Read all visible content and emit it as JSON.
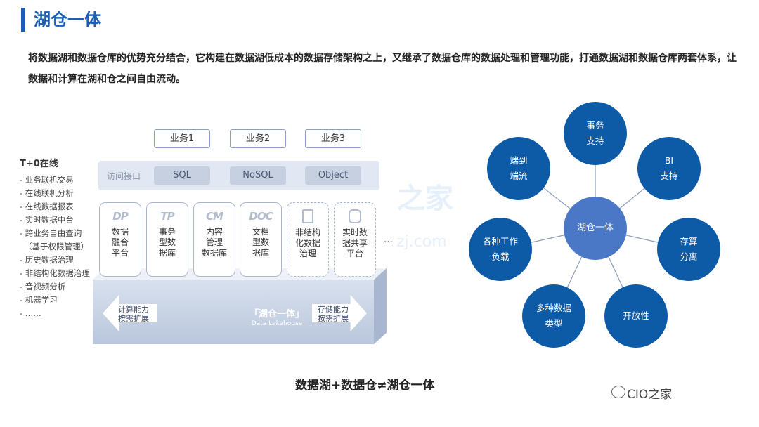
{
  "title": "湖仓一体",
  "description": "将数据湖和数据仓库的优势充分结合，它构建在数据湖低成本的数据存储架构之上，又继承了数据仓库的数据处理和管理功能，打通数据湖和数据仓库两套体系，让数据和计算在湖和仓之间自由流动。",
  "left_list": {
    "title": "T+0在线",
    "items": [
      "- 业务联机交易",
      "- 在线联机分析",
      "- 在线数据报表",
      "- 实时数据中台",
      "- 跨业务自由查询",
      "（基于权限管理）",
      "- 历史数据治理",
      "- 非结构化数据治理",
      "- 音视频分析",
      "- 机器学习",
      "- ……"
    ]
  },
  "services": [
    "业务1",
    "业务2",
    "业务3"
  ],
  "access": {
    "label": "访问接口",
    "interfaces": [
      "SQL",
      "NoSQL",
      "Object"
    ]
  },
  "cards": [
    {
      "icon": "DP",
      "label": "数据\n融合\n平台",
      "dashed": false
    },
    {
      "icon": "TP",
      "label": "事务\n型数\n据库",
      "dashed": false
    },
    {
      "icon": "CM",
      "label": "内容\n管理\n数据库",
      "dashed": false
    },
    {
      "icon": "DOC",
      "label": "文档\n型数\n据库",
      "dashed": false
    },
    {
      "icon": "doc",
      "label": "非结构\n化数据\n治理",
      "dashed": true
    },
    {
      "icon": "db",
      "label": "实时数\n据共享\n平台",
      "dashed": true
    }
  ],
  "more": "…",
  "base": {
    "left_arrow": "计算能力\n按需扩展",
    "right_arrow": "存储能力\n按需扩展",
    "center": "「湖仓一体」",
    "center_sub": "Data Lakehouse"
  },
  "bottom_text": "数据湖+数据仓≠湖仓一体",
  "watermark": "CIO之家",
  "watermark_faint": "之家",
  "watermark_faint2": "zj.com",
  "hub": "湖仓一体",
  "nodes": [
    {
      "label": "事务\n支持"
    },
    {
      "label": "BI\n支持"
    },
    {
      "label": "存算\n分离"
    },
    {
      "label": "开放性"
    },
    {
      "label": "多种数据\n类型"
    },
    {
      "label": "各种工作\n负载"
    },
    {
      "label": "端到\n端流"
    }
  ],
  "colors": {
    "accent": "#1a5eb8",
    "node": "#0d5aa7",
    "hub": "#4a78c6"
  }
}
